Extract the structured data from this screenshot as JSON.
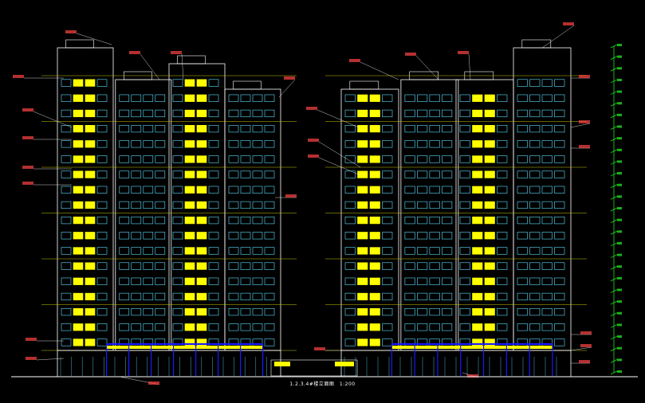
{
  "drawing": {
    "title": "1.2.3.4#楼立面图",
    "scale": "1:200"
  },
  "colors": {
    "background": "#000000",
    "outline": "#ffffff",
    "window": "#5fe0ff",
    "balcony": "#ffff00",
    "floor_line": "#c8c800",
    "podium": "#1a1aff",
    "leader": "#ffffff",
    "label": "#ff4444",
    "dim": "#22dd22"
  },
  "buildings": [
    {
      "floors": 18
    },
    {
      "floors": 18
    }
  ],
  "dimension": {
    "ticks": 28
  }
}
